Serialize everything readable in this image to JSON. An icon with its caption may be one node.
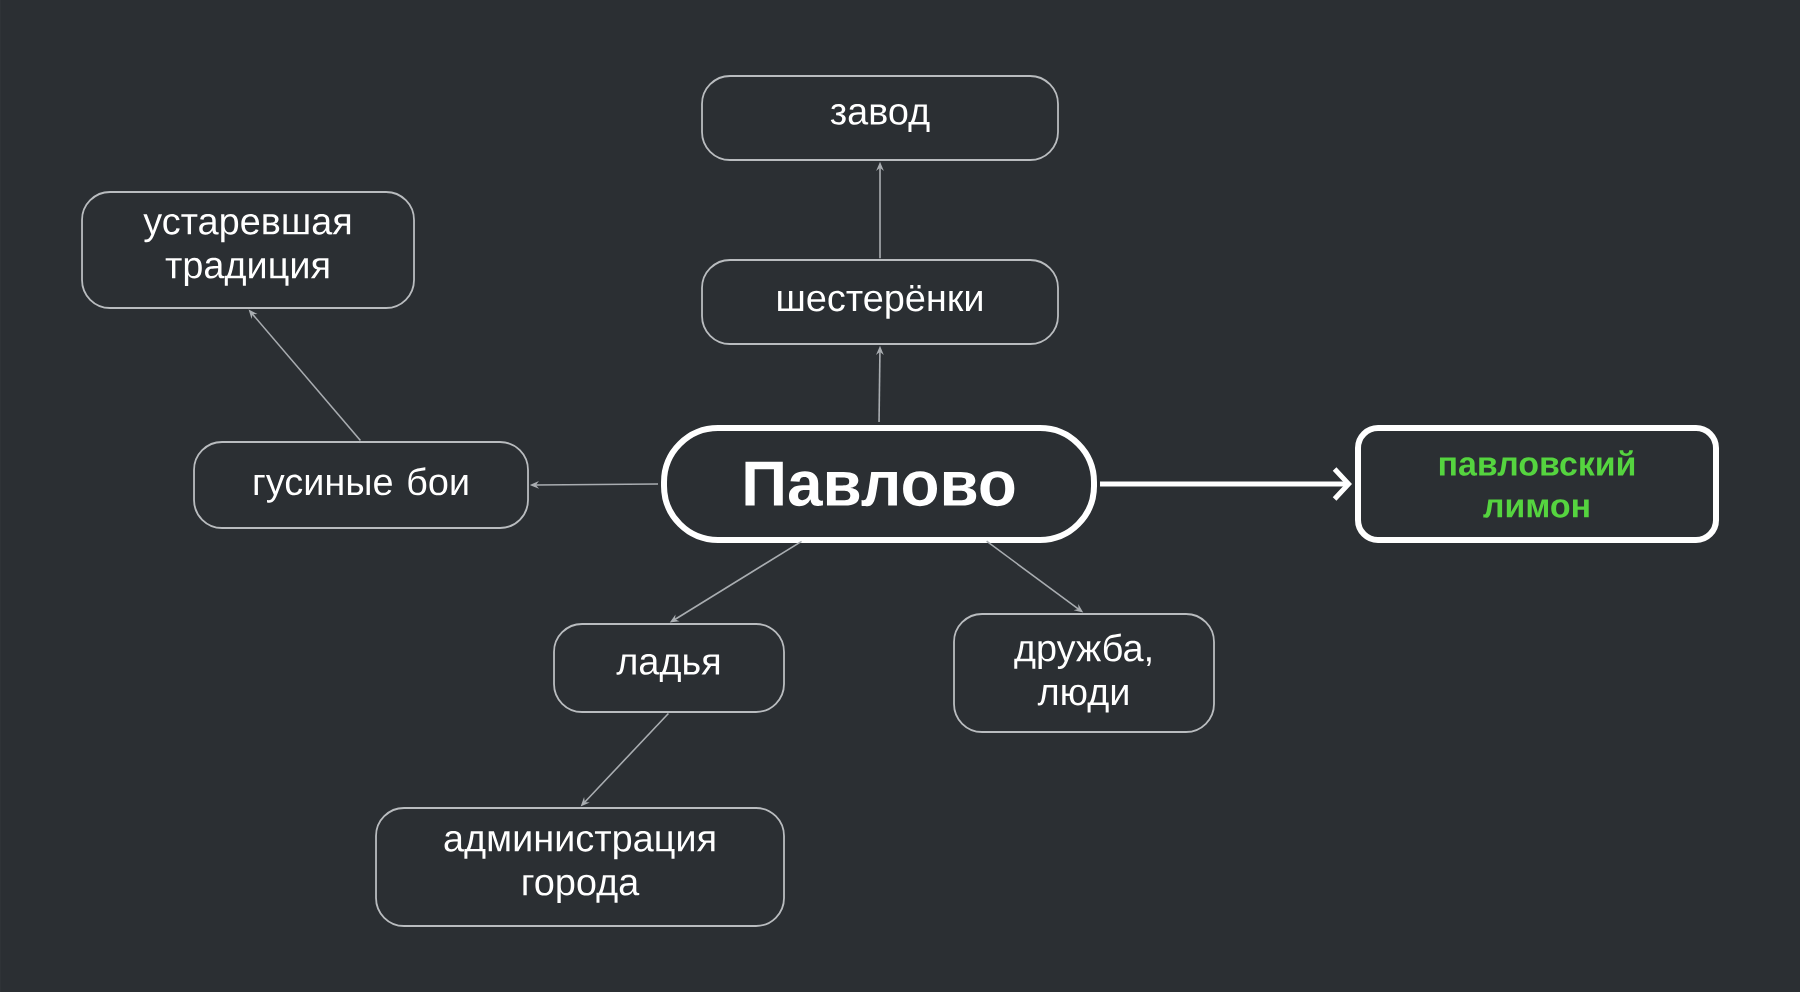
{
  "diagram": {
    "nodes": [
      {
        "text": [
          "Павлово"
        ]
      },
      {
        "text": [
          "шестерёнки"
        ]
      },
      {
        "text": [
          "завод"
        ]
      },
      {
        "text": [
          "гусиные бои"
        ]
      },
      {
        "text": [
          "устаревшая традиция"
        ]
      },
      {
        "text": [
          "павловский лимон"
        ]
      },
      {
        "text": [
          "ладья"
        ]
      },
      {
        "text": [
          "дружба, люди"
        ]
      },
      {
        "text": [
          "администрация города"
        ]
      }
    ],
    "edges": [
      {
        "from": 0,
        "to": 1,
        "arrow": "to"
      },
      {
        "from": 1,
        "to": 2,
        "arrow": "to"
      },
      {
        "from": 0,
        "to": 3,
        "arrow": "to"
      },
      {
        "from": 3,
        "to": 4,
        "arrow": "to"
      },
      {
        "from": 0,
        "to": 5,
        "arrow": "to",
        "style": "thick",
        "color": "#ffffff"
      },
      {
        "from": 0,
        "to": 6,
        "arrow": "to"
      },
      {
        "from": 0,
        "to": 7,
        "arrow": "to"
      },
      {
        "from": 6,
        "to": 8,
        "arrow": "to"
      }
    ]
  }
}
